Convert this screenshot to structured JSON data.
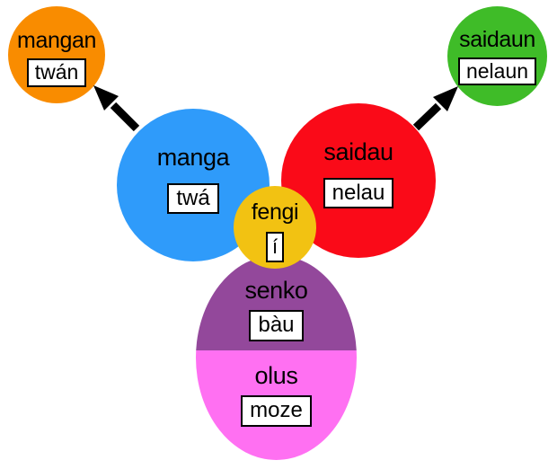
{
  "diagram": {
    "background_color": "#FFFFFF",
    "text_color": "#000000",
    "arrow_color": "#000000",
    "gloss_box_style": {
      "background": "#FFFFFF",
      "border_color": "#000000"
    },
    "nodes": {
      "mangan": {
        "label": "mangan",
        "gloss": "twán",
        "color": "#F98C00",
        "shape": "circle"
      },
      "saidaun": {
        "label": "saidaun",
        "gloss": "nelaun",
        "color": "#3FBC28",
        "shape": "circle"
      },
      "manga": {
        "label": "manga",
        "gloss": "twá",
        "color": "#2F9BFA",
        "shape": "circle"
      },
      "saidau": {
        "label": "saidau",
        "gloss": "nelau",
        "color": "#FA0A18",
        "shape": "circle"
      },
      "fengi": {
        "label": "fengi",
        "gloss": "í",
        "color": "#F2C212",
        "shape": "circle"
      },
      "senko": {
        "label": "senko",
        "gloss": "bàu",
        "color": "#93489B",
        "shape": "oval-top-half"
      },
      "olus": {
        "label": "olus",
        "gloss": "moze",
        "color": "#FF70F2",
        "shape": "oval-bottom-half"
      }
    },
    "arrows": [
      {
        "from": "manga",
        "to": "mangan"
      },
      {
        "from": "saidau",
        "to": "saidaun"
      }
    ]
  }
}
